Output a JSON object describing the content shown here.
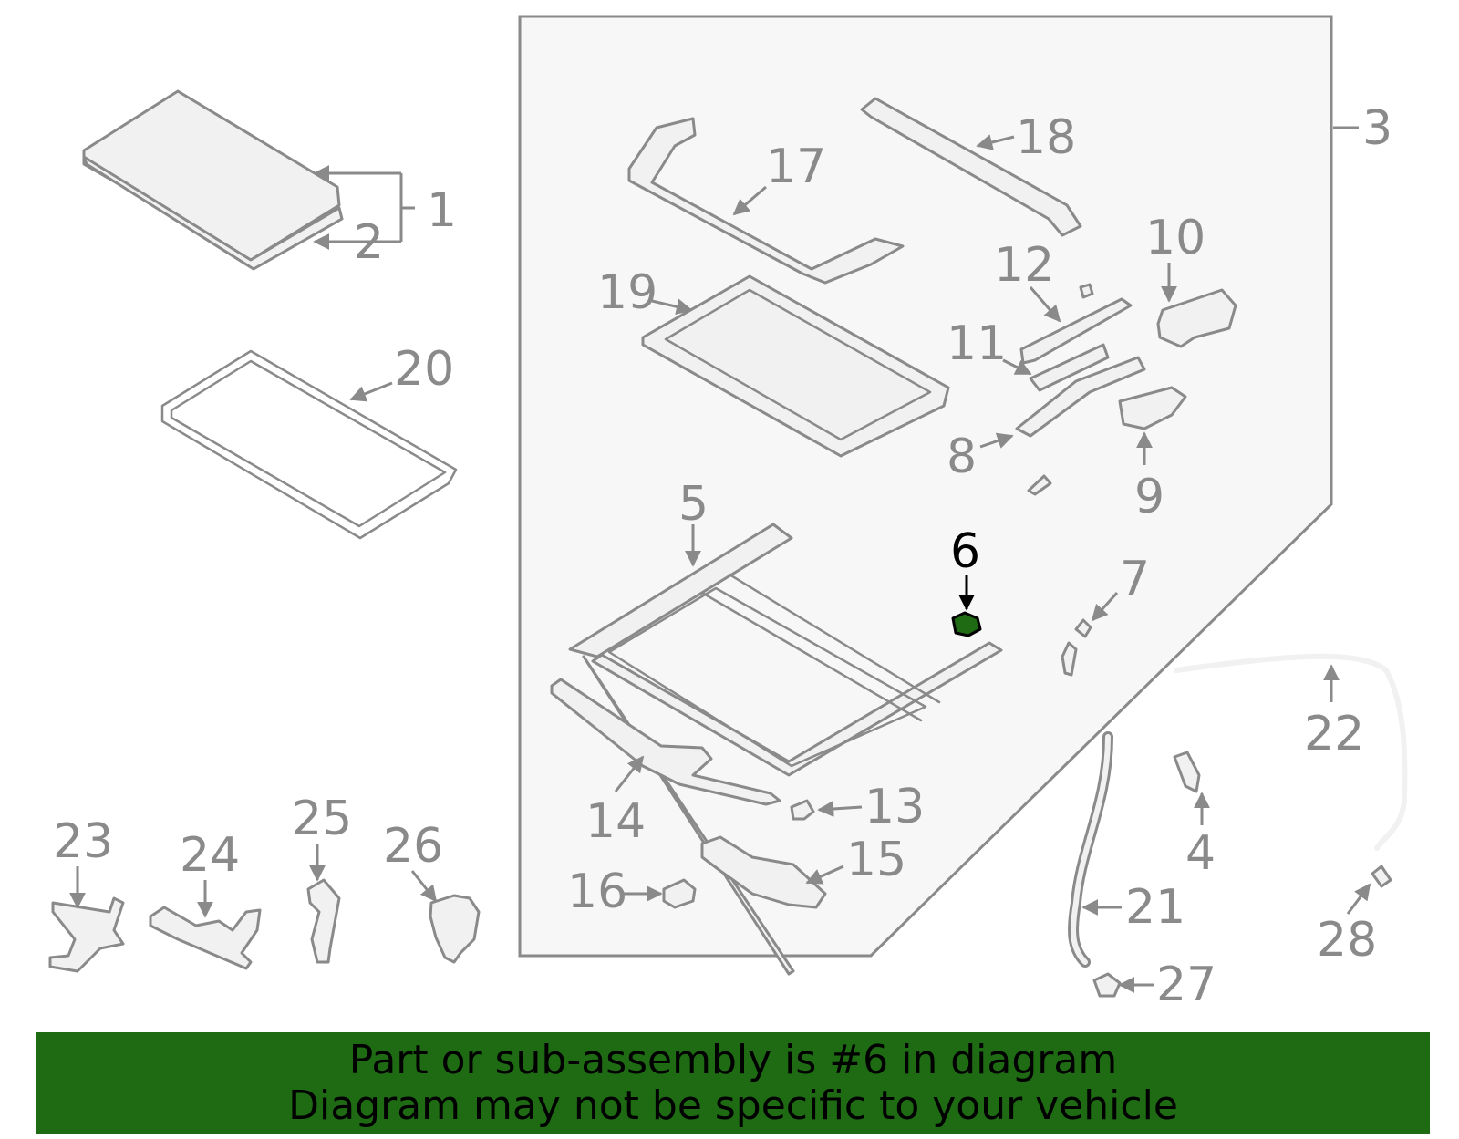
{
  "diagram": {
    "labels": {
      "p1": "1",
      "p2": "2",
      "p3": "3",
      "p4": "4",
      "p5": "5",
      "p6": "6",
      "p7": "7",
      "p8": "8",
      "p9": "9",
      "p10": "10",
      "p11": "11",
      "p12": "12",
      "p13": "13",
      "p14": "14",
      "p15": "15",
      "p16": "16",
      "p17": "17",
      "p18": "18",
      "p19": "19",
      "p20": "20",
      "p21": "21",
      "p22": "22",
      "p23": "23",
      "p24": "24",
      "p25": "25",
      "p26": "26",
      "p27": "27",
      "p28": "28"
    },
    "highlighted_part": "6",
    "colors": {
      "line": "#8a8a8a",
      "panel": "#f7f7f7",
      "highlight": "#1e6b14",
      "banner": "#1e6b14"
    }
  },
  "banner": {
    "line1": "Part or sub-assembly is #6 in diagram",
    "line2": "Diagram may not be specific to your vehicle"
  }
}
